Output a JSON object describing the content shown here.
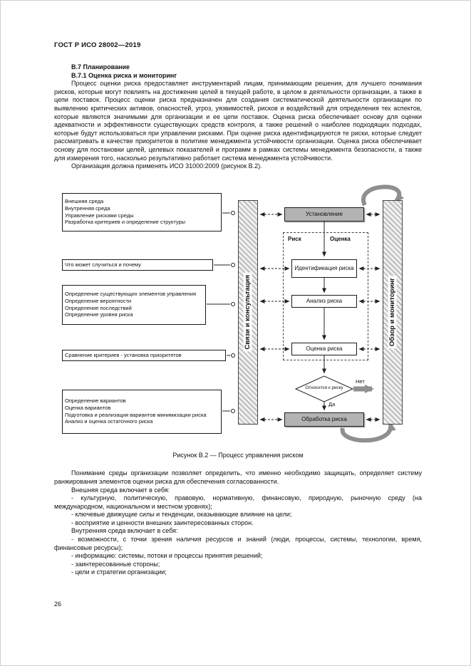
{
  "page": {
    "header": "ГОСТ Р ИСО 28002—2019",
    "page_number": "26"
  },
  "sections": {
    "h1": "В.7 Планирование",
    "h2": "В.7.1 Оценка риска и мониторинг"
  },
  "paragraphs": {
    "p1": "Процесс оценки риска предоставляет инструментарий лицам, принимающим решения, для лучшего понимания рисков, которые могут повлиять на достижение целей в текущей работе, в целом в деятельности организации, а также в цепи поставок. Процесс оценки риска предназначен для создания систематической деятельности организации по выявлению критических активов, опасностей, угроз, уязвимостей, рисков и воздействий для определения тех аспектов, которые являются значимыми для организации и ее цепи поставок. Оценка риска обеспечивает основу для оценки адекватности и эффективности существующих средств контроля, а также решений о наиболее подходящих подходах, которые будут использоваться при управлении рисками. При оценке риска идентифицируются те риски, которые следует рассматривать в качестве приоритетов в политике менеджмента устойчивости организации. Оценка риска обеспечивает основу для постановки целей, целевых показателей и программ в рамках системы менеджмента безопасности, а также для измерения того, насколько результативно работает система менеджмента устойчивости.",
    "p2": "Организация должна применять ИСО 31000:2009 (рисунок В.2)."
  },
  "figure": {
    "caption": "Рисунок В.2 — Процесс управления риском",
    "colors": {
      "box_gray": "#b3b3b3",
      "arrow_gray": "#8f8f8f"
    },
    "left_boxes": [
      "Внешняя среда\nВнутренняя среда\nУправление рисками среды\nРазработка критериев и определение структуры",
      "Что может случиться и почему",
      "Определение существующих элементов управления\nОпределение вероятности\nОпределение последствий\nОпределение уровня риска",
      "Сравнение критериев - установка приоритетов",
      "Определение вариантов\nОценка вариантов\nПодготовка и реализация вариантов минимизации риска\nАнализ и оценка остаточного риска"
    ],
    "left_bar": "Связи и консультация",
    "right_bar": "Обзор и мониторинг",
    "flow": {
      "establish": "Установление",
      "risk_label": "Риск",
      "assessment_label": "Оценка",
      "identify": "Идентификация риска",
      "analyze": "Анализ риска",
      "evaluate": "Оценка риска",
      "decision": "Относится к риску",
      "no_label": "Нет",
      "yes_label": "Да",
      "treatment": "Обработка риска"
    }
  },
  "after": {
    "p1": "Понимание среды организации позволяет определить, что именно необходимо защищать, определяет систему ранжирования элементов оценки риска для обеспечения согласованности.",
    "ext_head": "Внешняя среда включает в себя:",
    "ext_items": [
      "- культурную, политическую, правовую, нормативную, финансовую, природную, рыночную среду (на международном, национальном и местном уровнях);",
      "- ключевые движущие силы и тенденции, оказывающие влияние на цели;",
      "- восприятие и ценности внешних заинтересованных сторон."
    ],
    "int_head": "Внутренняя среда включает в себя:",
    "int_items": [
      "- возможности, с точки зрения наличия ресурсов и знаний (люди, процессы, системы, технологии, время, финансовые ресурсы);",
      "- информацию: системы, потоки и процессы принятия решений;",
      "- заинтересованные стороны;",
      "- цели и стратегии организации;"
    ]
  }
}
